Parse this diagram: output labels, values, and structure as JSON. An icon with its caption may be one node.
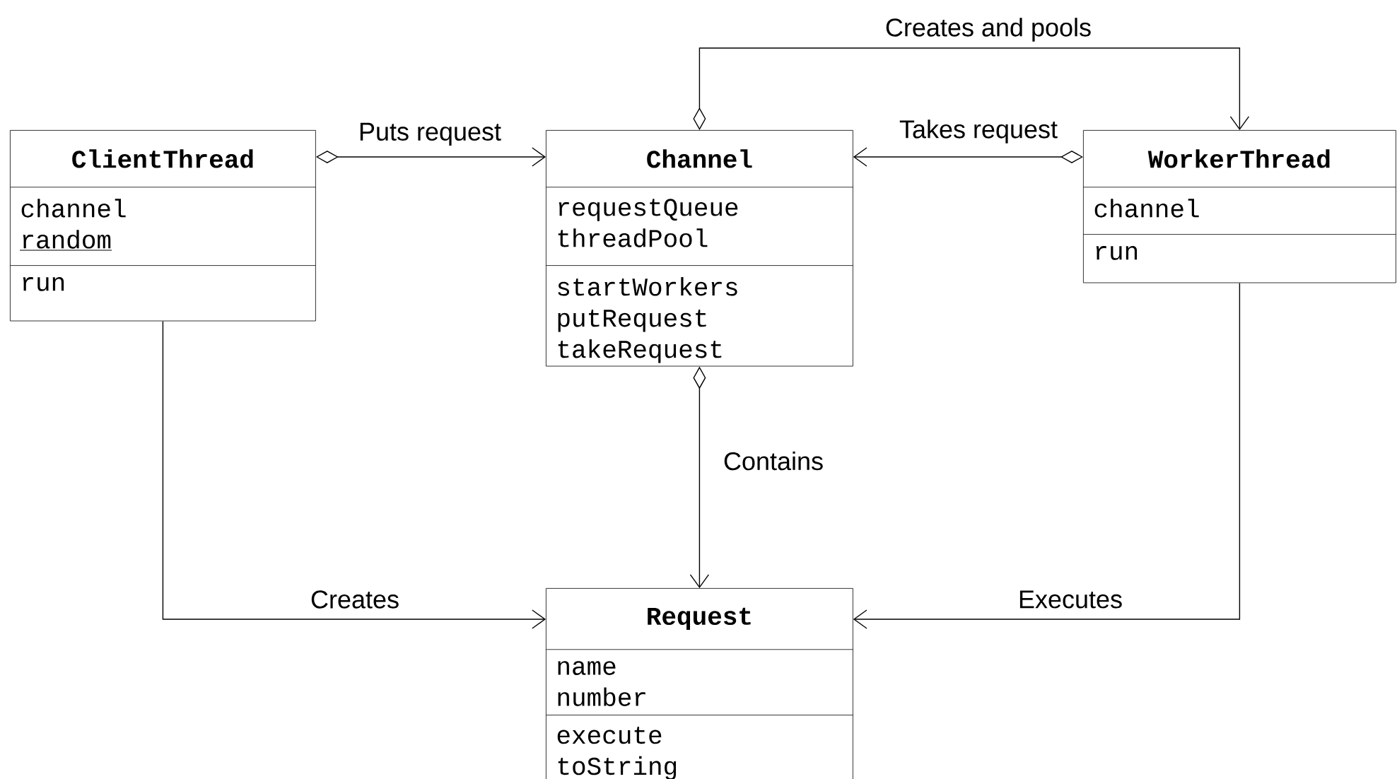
{
  "diagram": {
    "nodes": [
      {
        "text": [
          "ClientThread",
          "channel random",
          "run"
        ]
      },
      {
        "text": [
          "Channel",
          "requestQueue threadPool",
          "startWorkers putRequest takeRequest"
        ]
      },
      {
        "text": [
          "WorkerThread",
          "channel",
          "run"
        ]
      },
      {
        "text": [
          "Request",
          "name number",
          "execute toString"
        ]
      }
    ],
    "edges": [
      {
        "from": 0,
        "to": 1,
        "arrow": "to",
        "label": "Puts request"
      },
      {
        "from": 2,
        "to": 1,
        "arrow": "to",
        "label": "Takes request"
      },
      {
        "from": 1,
        "to": 2,
        "arrow": "to",
        "label": "Creates and pools"
      },
      {
        "from": 1,
        "to": 3,
        "arrow": "to",
        "label": "Contains"
      },
      {
        "from": 0,
        "to": 3,
        "arrow": "to",
        "label": "Creates"
      },
      {
        "from": 2,
        "to": 3,
        "arrow": "to",
        "label": "Executes"
      }
    ]
  }
}
